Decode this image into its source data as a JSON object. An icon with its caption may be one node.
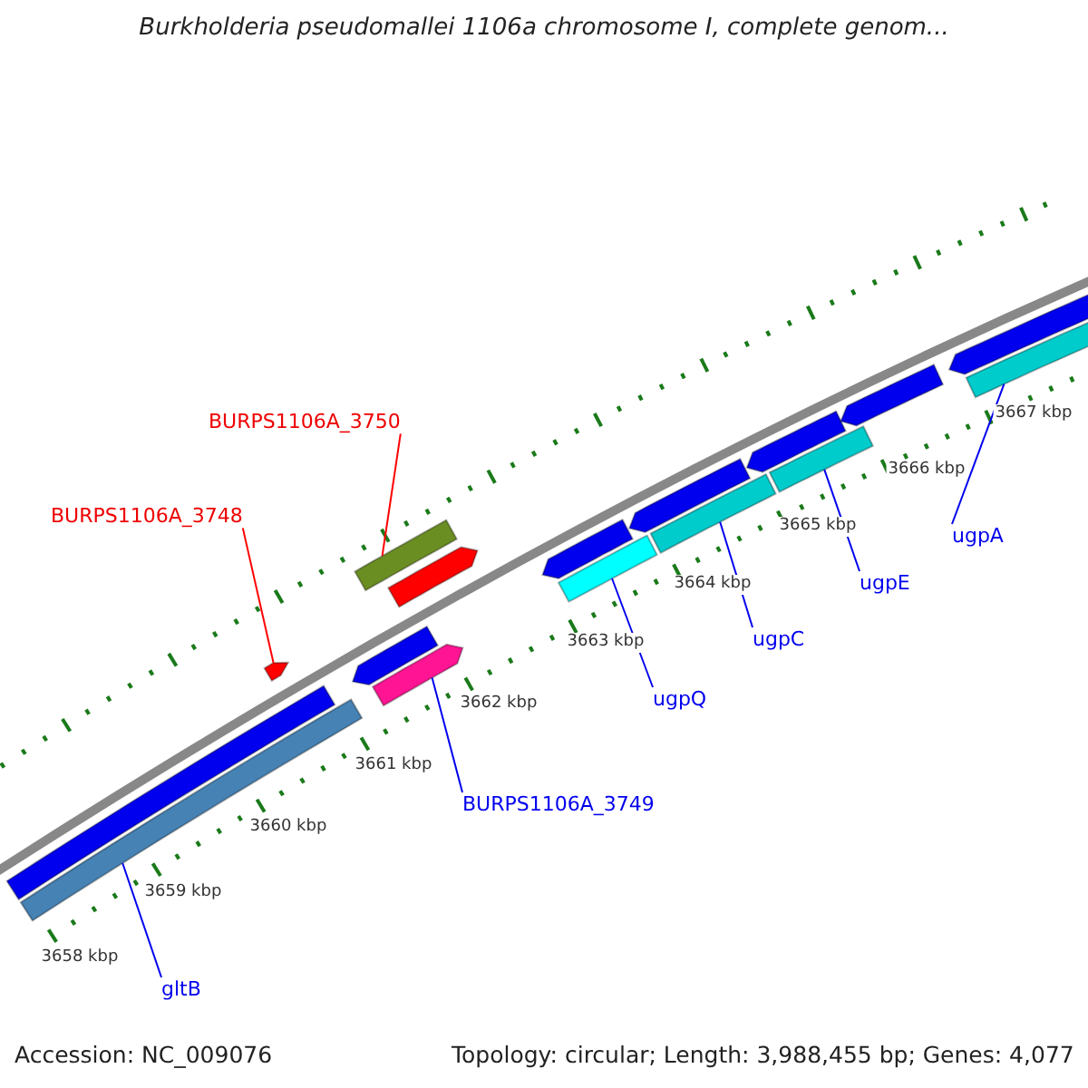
{
  "diagram": {
    "title": "Burkholderia pseudomallei 1106a chromosome I, complete genom...",
    "nodes": [
      {
        "text": [
          "BURPS1106A_3750"
        ]
      },
      {
        "text": [],
        "shape": "bar"
      },
      {
        "text": [
          "BURPS1106A_3748"
        ]
      },
      {
        "text": [],
        "shape": "arrow"
      },
      {
        "text": [
          "BURPS1106A_3749"
        ]
      },
      {
        "text": [],
        "shape": "arrow"
      },
      {
        "text": [
          "ugpQ"
        ]
      },
      {
        "text": [],
        "shape": "bar"
      },
      {
        "text": [
          "ugpC"
        ]
      },
      {
        "text": [],
        "shape": "bar"
      },
      {
        "text": [
          "ugpE"
        ]
      },
      {
        "text": [],
        "shape": "bar"
      },
      {
        "text": [
          "ugpA"
        ]
      },
      {
        "text": [],
        "shape": "bar"
      },
      {
        "text": [
          "gltB"
        ]
      },
      {
        "text": [],
        "shape": "bar"
      },
      {
        "text": [],
        "shape": "arrow"
      },
      {
        "text": [],
        "shape": "bar"
      },
      {
        "text": [],
        "shape": "arrow"
      },
      {
        "text": [],
        "shape": "arrow"
      },
      {
        "text": [],
        "shape": "arrow"
      },
      {
        "text": [],
        "shape": "arrow"
      },
      {
        "text": [],
        "shape": "arrow"
      },
      {
        "text": [],
        "shape": "arrow"
      }
    ],
    "edges": [
      {
        "from": 0,
        "to": 1,
        "arrow": "none",
        "color": "#ff0000"
      },
      {
        "from": 2,
        "to": 3,
        "arrow": "none",
        "color": "#ff0000"
      },
      {
        "from": 4,
        "to": 5,
        "arrow": "none"
      },
      {
        "from": 6,
        "to": 7,
        "arrow": "none"
      },
      {
        "from": 8,
        "to": 9,
        "arrow": "none"
      },
      {
        "from": 10,
        "to": 11,
        "arrow": "none"
      },
      {
        "from": 12,
        "to": 13,
        "arrow": "none"
      },
      {
        "from": 14,
        "to": 15,
        "arrow": "none"
      }
    ],
    "labels": [
      "3658 kbp",
      "3659 kbp",
      "3660 kbp",
      "3661 kbp",
      "3662 kbp",
      "3663 kbp",
      "3664 kbp",
      "3665 kbp",
      "3666 kbp",
      "3667 kbp",
      "Accession: NC_009076",
      "Topology: circular; Length: 3,988,455 bp; Genes: 4,077"
    ]
  }
}
